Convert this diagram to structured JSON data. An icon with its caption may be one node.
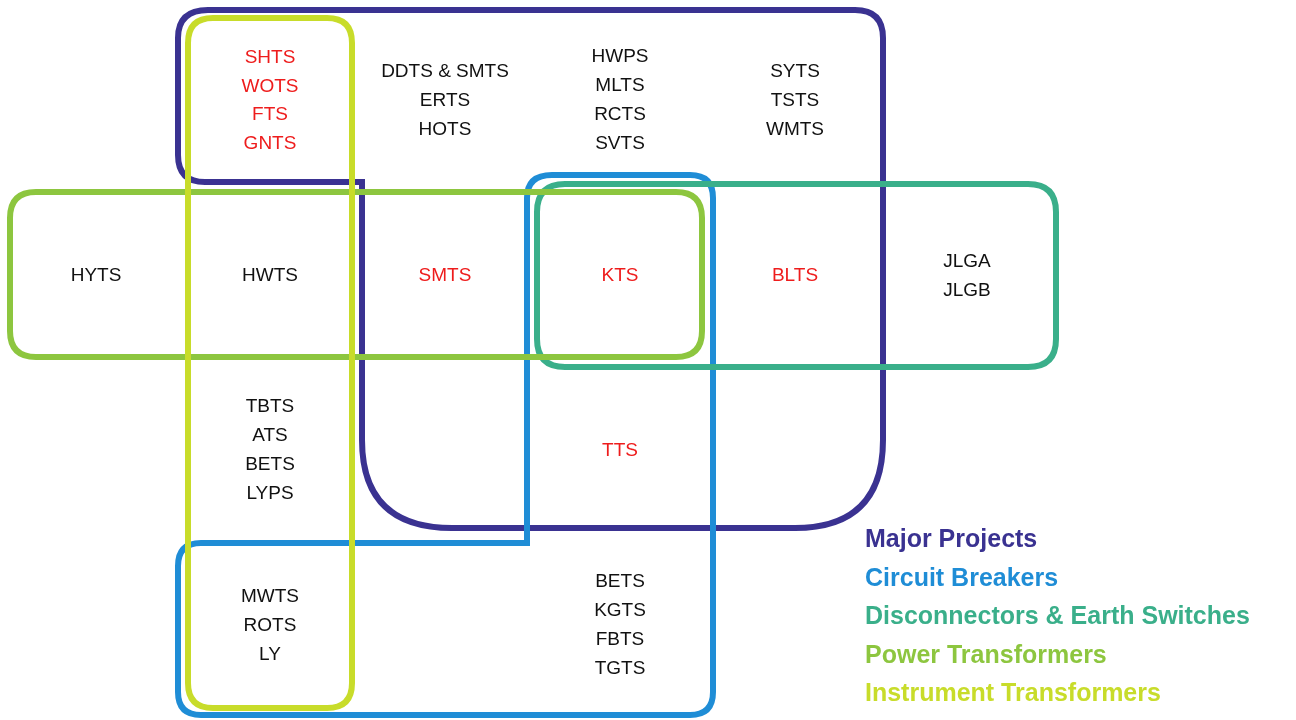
{
  "diagram": {
    "labels": [
      "SHTS",
      "WOTS",
      "FTS",
      "GNTS",
      "DDTS & SMTS",
      "ERTS",
      "HOTS",
      "HWPS",
      "MLTS",
      "RCTS",
      "SVTS",
      "SYTS",
      "TSTS",
      "WMTS",
      "HYTS",
      "HWTS",
      "SMTS",
      "KTS",
      "BLTS",
      "JLGA",
      "JLGB",
      "TBTS",
      "ATS",
      "BETS",
      "LYPS",
      "TTS",
      "MWTS",
      "ROTS",
      "LY",
      "BETS",
      "KGTS",
      "FBTS",
      "TGTS"
    ],
    "legend": [
      {
        "text": "Major Projects",
        "color": "#3a3291"
      },
      {
        "text": "Circuit Breakers",
        "color": "#1f8dd6"
      },
      {
        "text": "Disconnectors & Earth Switches",
        "color": "#3aaf8a"
      },
      {
        "text": "Power Transformers",
        "color": "#8dc63f"
      },
      {
        "text": "Instrument Transformers",
        "color": "#c8dc2a"
      }
    ]
  }
}
